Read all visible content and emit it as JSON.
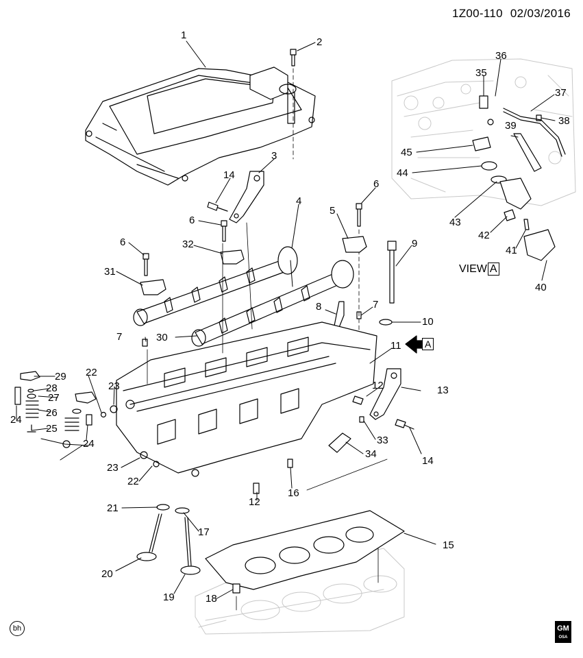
{
  "header": {
    "diagram_id": "1Z00-110",
    "date": "02/03/2016"
  },
  "view_label": {
    "prefix": "VIEW",
    "letter": "A"
  },
  "view_arrow_letter": "A",
  "bottom_left_mark": "bh",
  "logo": {
    "main": "GM",
    "sub": "OSA"
  },
  "callouts": [
    {
      "id": "c1",
      "text": "1"
    },
    {
      "id": "c2",
      "text": "2"
    },
    {
      "id": "c3",
      "text": "3"
    },
    {
      "id": "c4",
      "text": "4"
    },
    {
      "id": "c5",
      "text": "5"
    },
    {
      "id": "c6a",
      "text": "6"
    },
    {
      "id": "c6b",
      "text": "6"
    },
    {
      "id": "c6c",
      "text": "6"
    },
    {
      "id": "c7a",
      "text": "7"
    },
    {
      "id": "c7b",
      "text": "7"
    },
    {
      "id": "c8",
      "text": "8"
    },
    {
      "id": "c9",
      "text": "9"
    },
    {
      "id": "c10",
      "text": "10"
    },
    {
      "id": "c11",
      "text": "11"
    },
    {
      "id": "c12a",
      "text": "12"
    },
    {
      "id": "c12b",
      "text": "12"
    },
    {
      "id": "c13",
      "text": "13"
    },
    {
      "id": "c14a",
      "text": "14"
    },
    {
      "id": "c14b",
      "text": "14"
    },
    {
      "id": "c15",
      "text": "15"
    },
    {
      "id": "c16",
      "text": "16"
    },
    {
      "id": "c17",
      "text": "17"
    },
    {
      "id": "c18",
      "text": "18"
    },
    {
      "id": "c19",
      "text": "19"
    },
    {
      "id": "c20",
      "text": "20"
    },
    {
      "id": "c21",
      "text": "21"
    },
    {
      "id": "c22a",
      "text": "22"
    },
    {
      "id": "c22b",
      "text": "22"
    },
    {
      "id": "c23a",
      "text": "23"
    },
    {
      "id": "c23b",
      "text": "23"
    },
    {
      "id": "c24a",
      "text": "24"
    },
    {
      "id": "c24b",
      "text": "24"
    },
    {
      "id": "c25",
      "text": "25"
    },
    {
      "id": "c26",
      "text": "26"
    },
    {
      "id": "c27",
      "text": "27"
    },
    {
      "id": "c28",
      "text": "28"
    },
    {
      "id": "c29",
      "text": "29"
    },
    {
      "id": "c30",
      "text": "30"
    },
    {
      "id": "c31",
      "text": "31"
    },
    {
      "id": "c32",
      "text": "32"
    },
    {
      "id": "c33",
      "text": "33"
    },
    {
      "id": "c34",
      "text": "34"
    },
    {
      "id": "c35",
      "text": "35"
    },
    {
      "id": "c36",
      "text": "36"
    },
    {
      "id": "c37",
      "text": "37"
    },
    {
      "id": "c38",
      "text": "38"
    },
    {
      "id": "c39",
      "text": "39"
    },
    {
      "id": "c40",
      "text": "40"
    },
    {
      "id": "c41",
      "text": "41"
    },
    {
      "id": "c42",
      "text": "42"
    },
    {
      "id": "c43",
      "text": "43"
    },
    {
      "id": "c44",
      "text": "44"
    },
    {
      "id": "c45",
      "text": "45"
    }
  ]
}
